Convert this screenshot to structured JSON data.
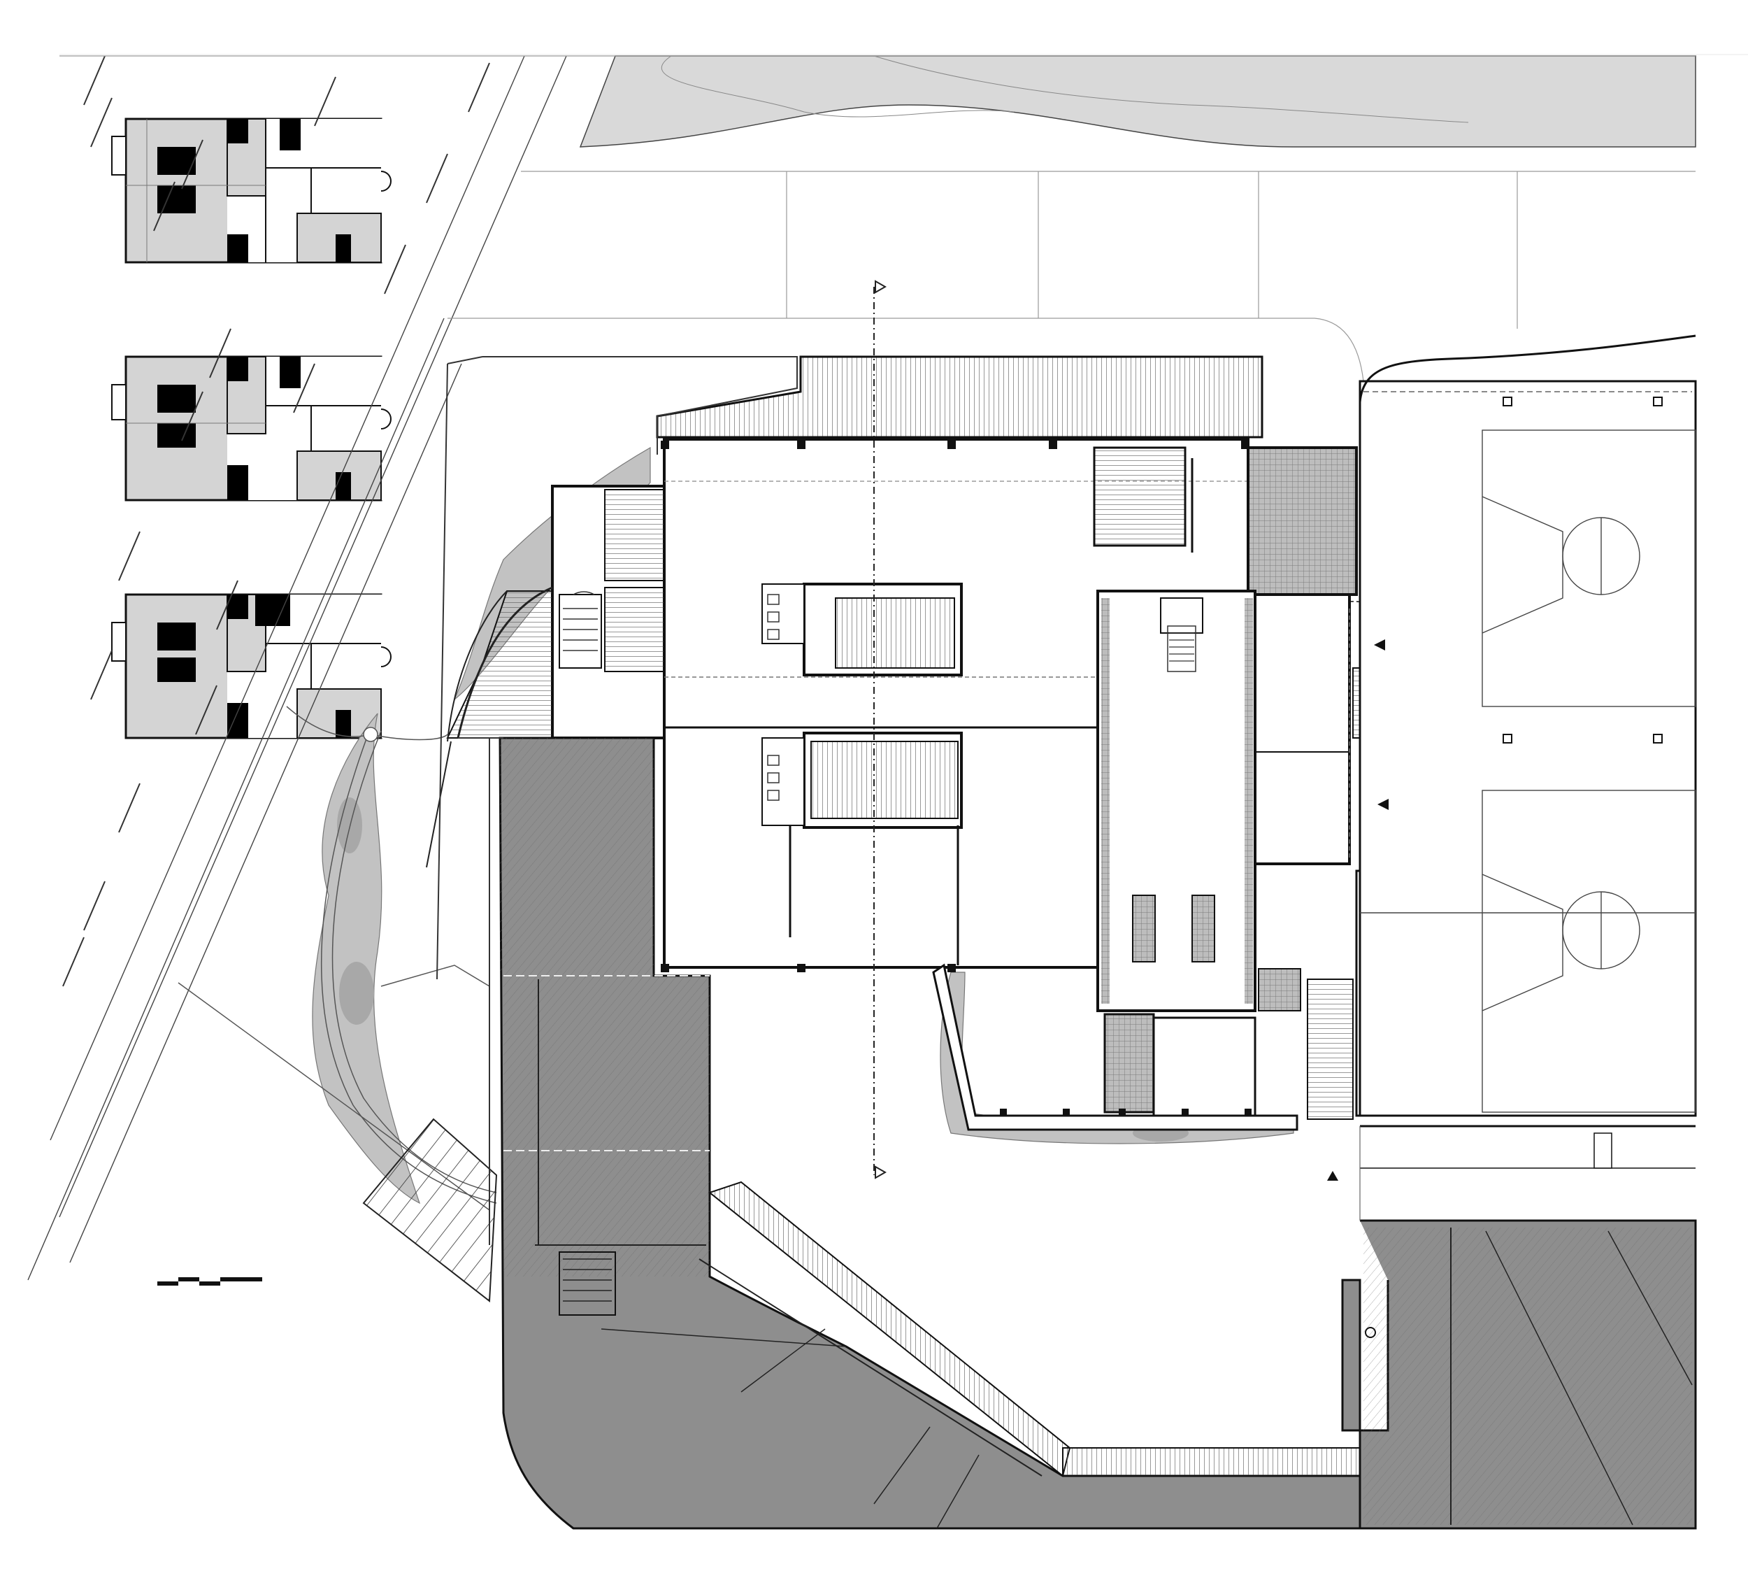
{
  "drawing": {
    "kind": "architectural site plan",
    "title": "",
    "colors": {
      "background": "#ffffff",
      "line": "#111111",
      "fine_line": "#444444",
      "faint_line": "#9a9a9a",
      "paving_fill": "#d9d9d9",
      "existing_building_fill": "#8e8e8e",
      "key_plan_fill": "#d4d4d4",
      "key_plan_dark": "#000000",
      "planting_fill": "#b9b9b9"
    },
    "key_plans": {
      "count": 3
    },
    "scale_bar": {
      "segments": 4
    },
    "section_marker": {
      "symbol": "triangle-arrow-icon"
    },
    "courts": {
      "count": 2,
      "markings": "basketball"
    },
    "entrance_markers": {
      "count": 3,
      "symbol": "filled-triangle-icon"
    }
  }
}
